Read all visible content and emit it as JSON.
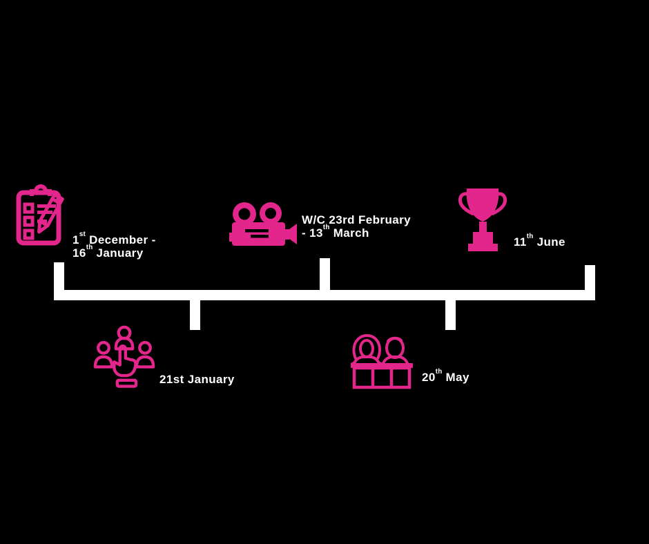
{
  "colors": {
    "background": "#000000",
    "accent_pink": "#e2268b",
    "text_white": "#ffffff"
  },
  "timeline": {
    "description": "horizontal milestone timeline with alternating events above and below the bar",
    "events": [
      {
        "id": "application-period",
        "icon": "clipboard-pencil-icon",
        "side": "above",
        "lines": [
          [
            {
              "text": "1"
            },
            {
              "text": "st",
              "sup": true
            },
            {
              "text": " December -"
            }
          ],
          [
            {
              "text": "16"
            },
            {
              "text": "th",
              "sup": true
            },
            {
              "text": " January"
            }
          ]
        ]
      },
      {
        "id": "shortlisting",
        "icon": "vote-hand-icon",
        "side": "below",
        "lines": [
          [
            {
              "text": "21st January"
            }
          ]
        ]
      },
      {
        "id": "filming-window",
        "icon": "video-camera-icon",
        "side": "above",
        "lines": [
          [
            {
              "text": "W/C 23rd February"
            }
          ],
          [
            {
              "text": "- 13"
            },
            {
              "text": "th",
              "sup": true
            },
            {
              "text": " March"
            }
          ]
        ]
      },
      {
        "id": "judging-day",
        "icon": "judges-panel-icon",
        "side": "below",
        "lines": [
          [
            {
              "text": "20"
            },
            {
              "text": "th",
              "sup": true
            },
            {
              "text": " May"
            }
          ]
        ]
      },
      {
        "id": "awards-final",
        "icon": "trophy-icon",
        "side": "above",
        "lines": [
          [
            {
              "text": "11"
            },
            {
              "text": "th",
              "sup": true
            },
            {
              "text": " June"
            }
          ]
        ]
      }
    ]
  }
}
